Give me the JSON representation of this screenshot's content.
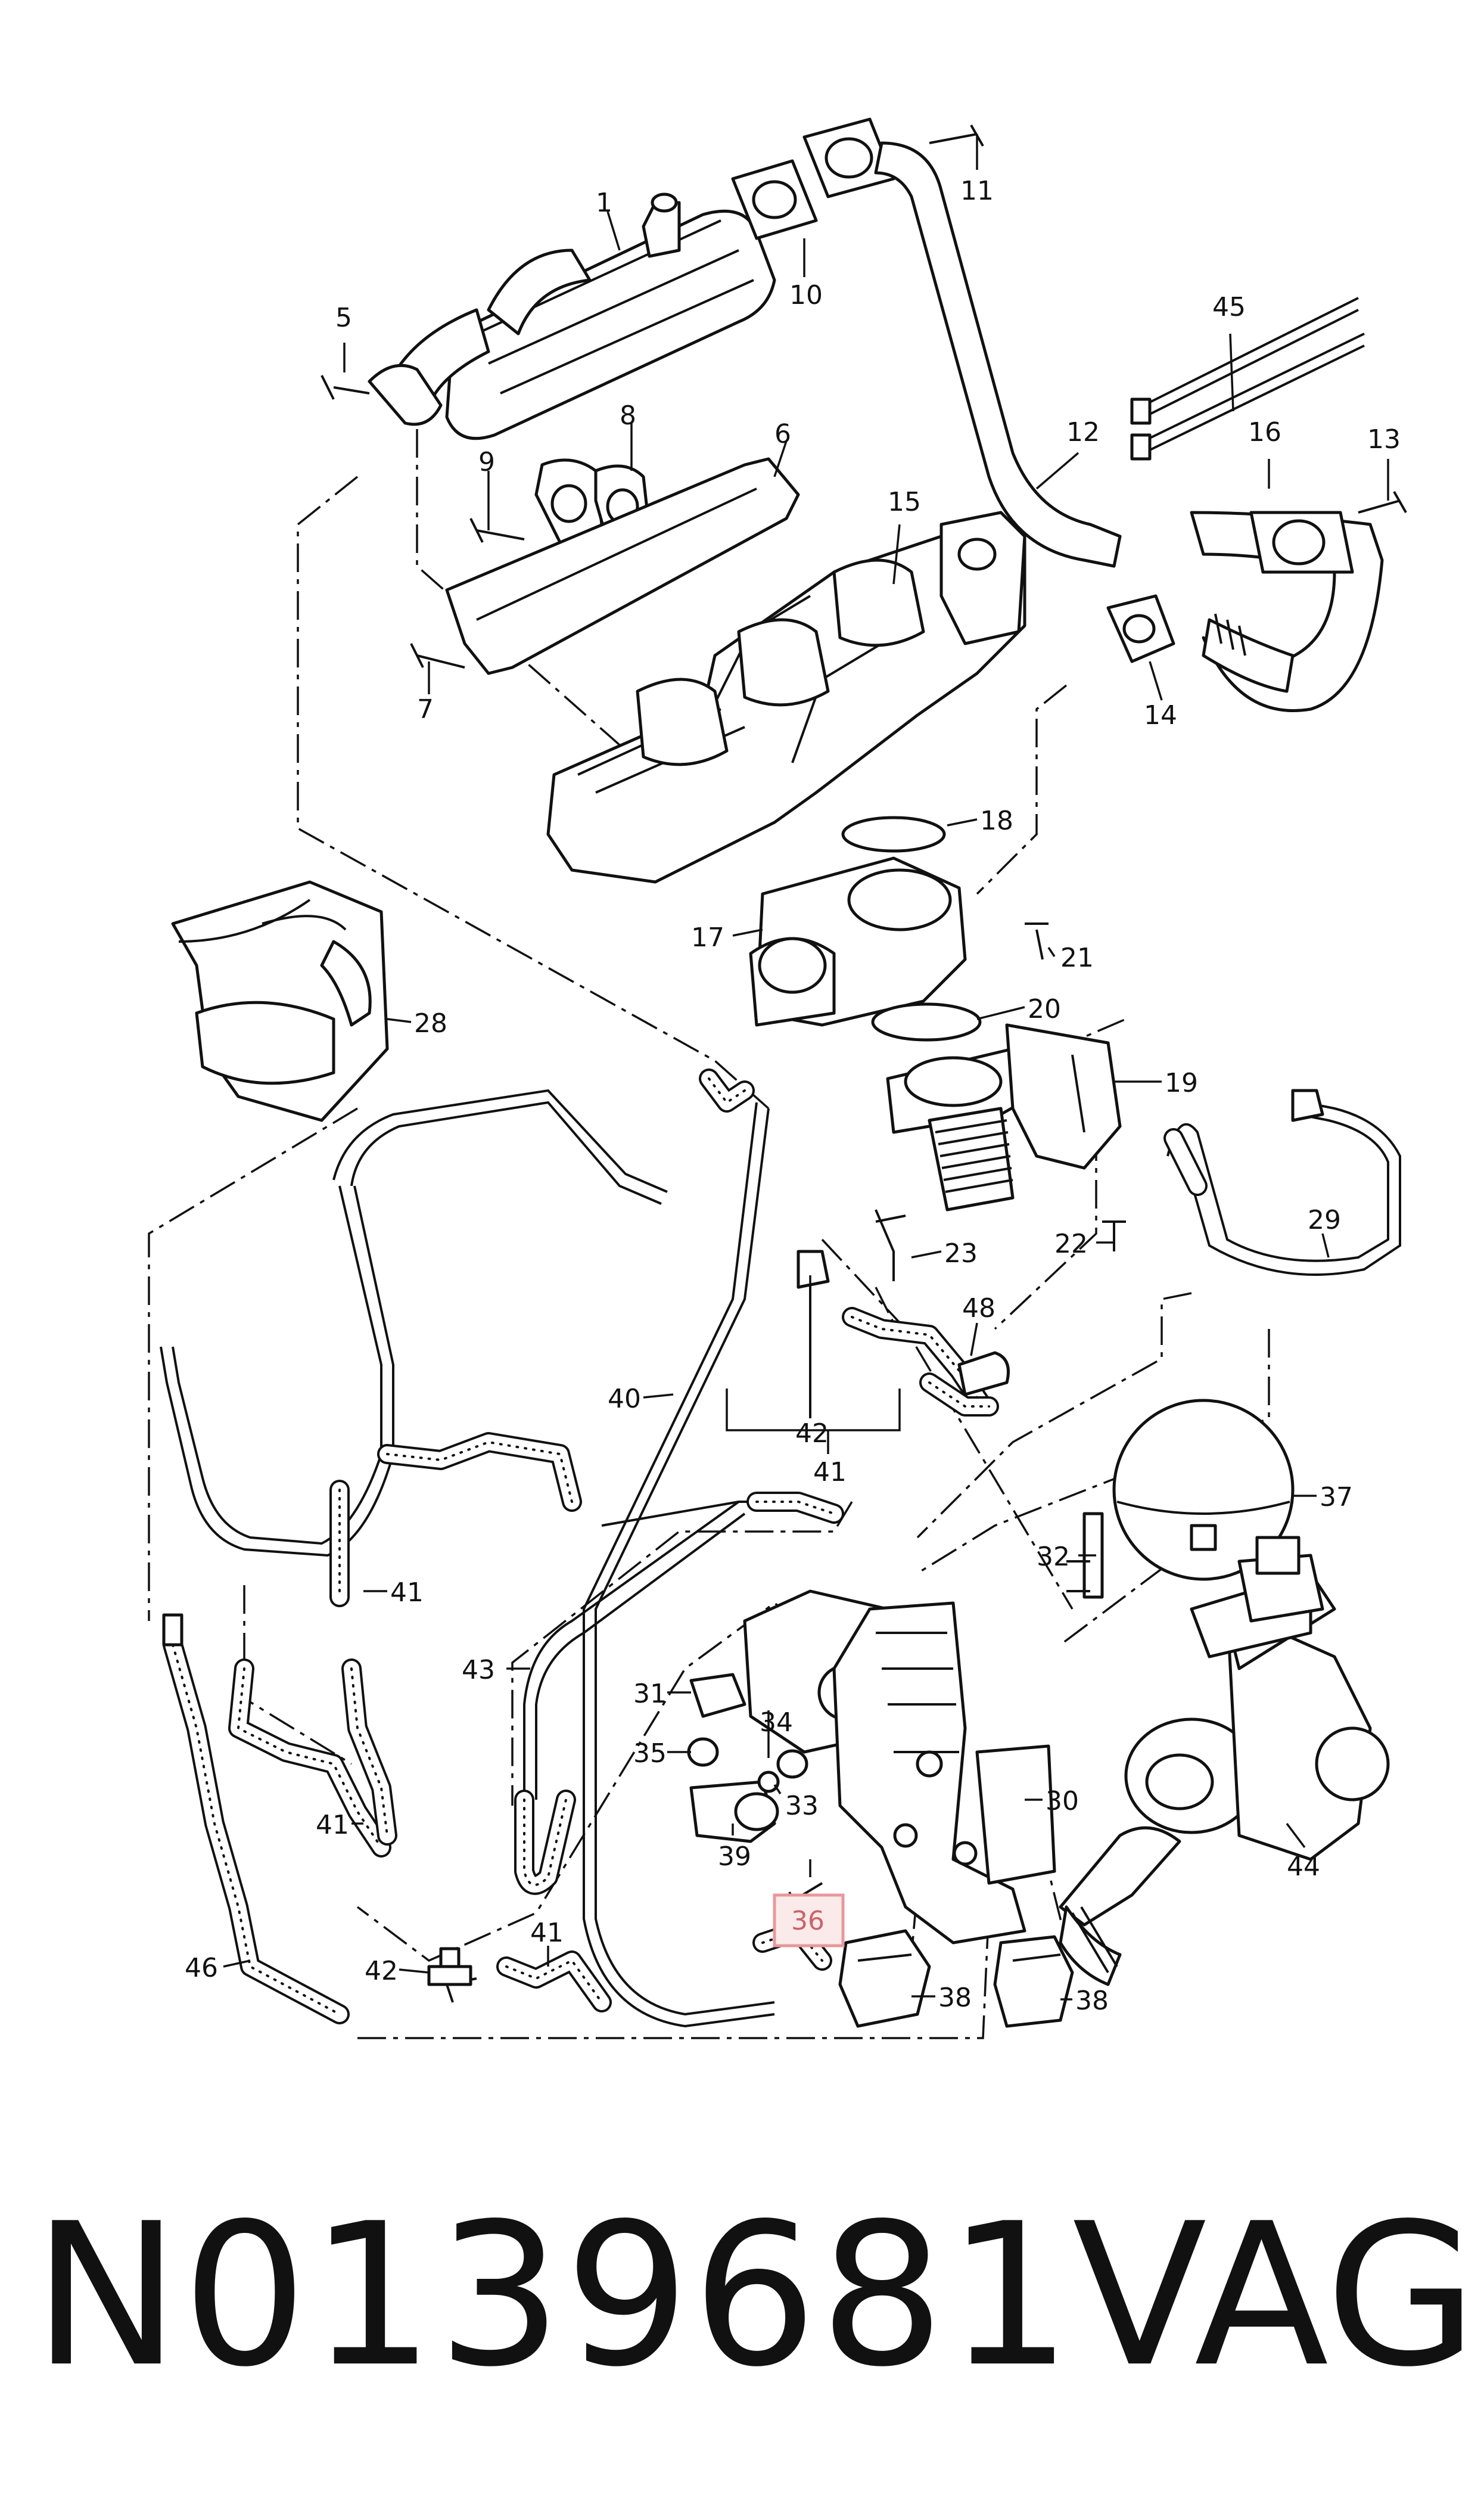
{
  "footer": {
    "part_number": "N0139681",
    "brand": "VAG"
  },
  "highlight": {
    "label": "36",
    "color": "#e8989c"
  },
  "callouts": [
    "1",
    "5",
    "8",
    "9",
    "6",
    "10",
    "11",
    "45",
    "12",
    "16",
    "13",
    "15",
    "7",
    "14",
    "18",
    "17",
    "21",
    "20",
    "28",
    "19",
    "29",
    "23",
    "22",
    "48",
    "40",
    "42",
    "41",
    "37",
    "32",
    "43",
    "31",
    "34",
    "35",
    "33",
    "30",
    "44",
    "39",
    "36",
    "38",
    "46"
  ]
}
